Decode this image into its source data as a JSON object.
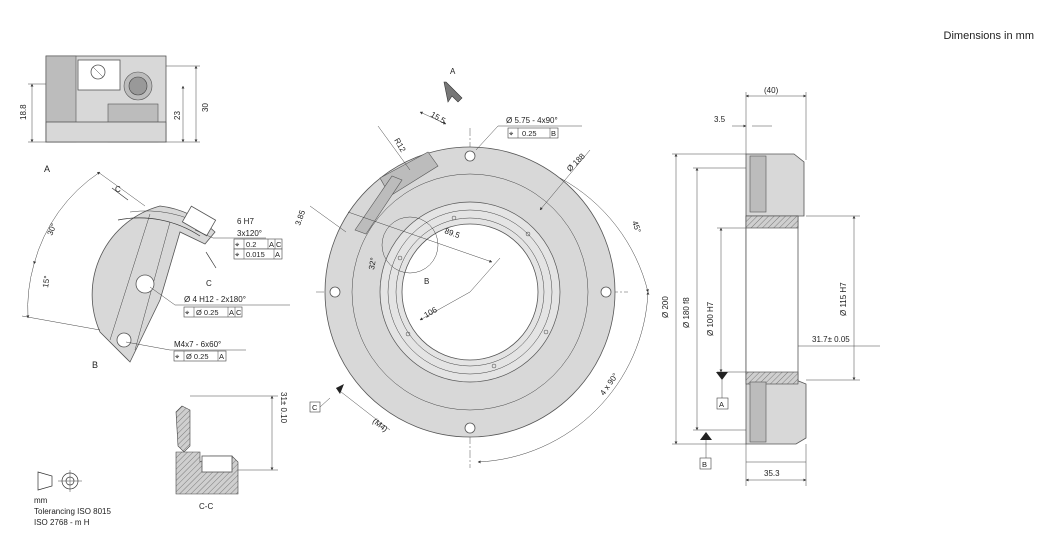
{
  "units_note": "Dimensions in mm",
  "view_a": {
    "letter": "A",
    "dims": {
      "d1": "18.8",
      "d2": "23",
      "d3": "30"
    }
  },
  "detail_b": {
    "letter": "B",
    "angles": {
      "a1": "30°",
      "a2": "15°"
    },
    "section_c": "C",
    "fit": "6 H7",
    "pattern": "3x120°",
    "fcf1": {
      "sym": "⌖",
      "tol": "0.2",
      "datums": [
        "A",
        "C"
      ]
    },
    "fcf2": {
      "sym": "⌖",
      "tol": "0.015",
      "datums": [
        "A"
      ]
    },
    "hole_callout": "Ø 4 H12 - 2x180°",
    "fcf3": {
      "sym": "⌖",
      "tol": "Ø 0.25",
      "datums": [
        "A",
        "C"
      ]
    },
    "thread_callout": "M4x7  -  6x60°",
    "fcf4": {
      "sym": "⌖",
      "tol": "Ø 0.25",
      "datums": [
        "A"
      ]
    }
  },
  "section_cc": {
    "label": "C-C",
    "dim": "31± 0.10"
  },
  "front_view": {
    "view_arrow": "A",
    "r12": "R12",
    "d155": "15.5",
    "hole_callout": "Ø 5.75 - 4x90°",
    "fcf": {
      "sym": "⌖",
      "tol": "0.25",
      "datums": [
        "B"
      ]
    },
    "d188": "Ø 188",
    "a45": "45°",
    "d385": "3.85",
    "a32": "32°",
    "d895": "89.5",
    "d106": "106",
    "b": "B",
    "a4x90": "4 x 90°",
    "m4": "(M4)",
    "datum_c": "C"
  },
  "side_view": {
    "d40": "(40)",
    "d35": "3.5",
    "d200": "Ø 200",
    "d180": "Ø 180 f8",
    "d100": "Ø 100 H7",
    "d115": "Ø 115 H7",
    "d317": "31.7± 0.05",
    "d353": "35.3",
    "datum_a": "A",
    "datum_b": "B"
  },
  "legend": {
    "units": "mm",
    "line1": "Tolerancing ISO 8015",
    "line2": "ISO 2768 - m H"
  }
}
